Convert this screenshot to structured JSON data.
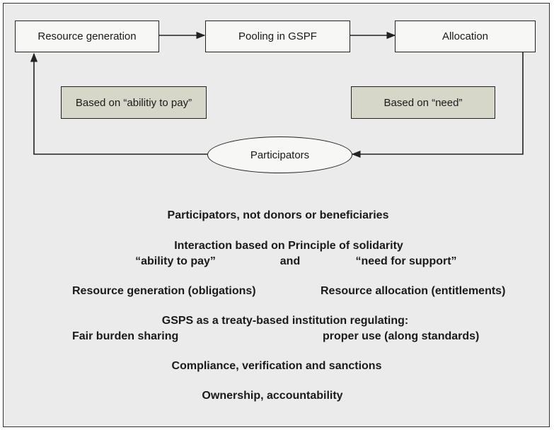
{
  "flow": {
    "resource_generation": "Resource generation",
    "pooling": "Pooling in GSPF",
    "allocation": "Allocation",
    "basis_ability": "Based on “abilitiy to pay”",
    "basis_need": "Based on “need”",
    "participators": "Participators"
  },
  "principles": {
    "participators_line": "Participators, not donors or beneficiaries",
    "interaction_line": "Interaction based on Principle of solidarity",
    "ability_to_pay": "“ability to pay”",
    "and": "and",
    "need_for_support": "“need for support”",
    "resource_generation_obligations": "Resource generation (obligations)",
    "resource_allocation_entitlements": "Resource allocation (entitlements)",
    "gsps_line": "GSPS as a treaty-based institution regulating:",
    "fair_burden": "Fair burden sharing",
    "proper_use": "proper use (along standards)",
    "compliance": "Compliance, verification and sanctions",
    "ownership": "Ownership, accountability"
  },
  "colors": {
    "frame_bg": "#ebebeb",
    "box_bg": "#f7f7f5",
    "note_bg": "#d6d6c9",
    "line": "#222222"
  }
}
